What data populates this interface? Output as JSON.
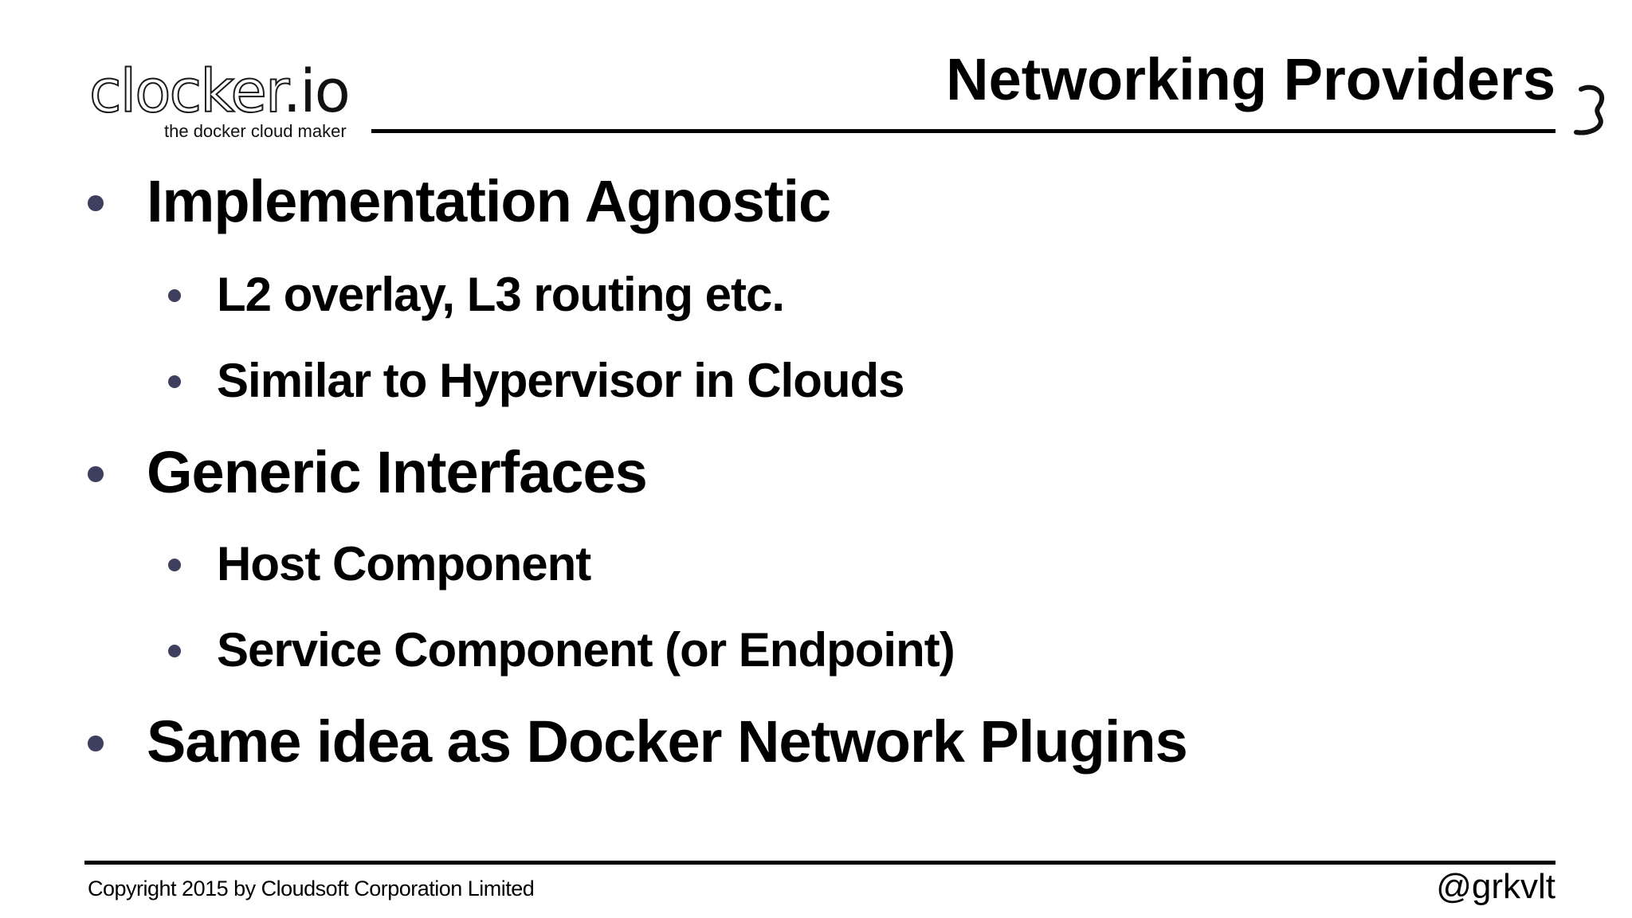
{
  "logo": {
    "word": "clocker",
    "tld": ".io",
    "tagline": "the docker cloud maker"
  },
  "slide": {
    "title": "Networking Providers"
  },
  "bullets": [
    {
      "text": "Implementation Agnostic",
      "level": 1
    },
    {
      "text": "L2 overlay, L3 routing etc.",
      "level": 2
    },
    {
      "text": "Similar to Hypervisor in Clouds",
      "level": 2
    },
    {
      "text": "Generic Interfaces",
      "level": 1
    },
    {
      "text": "Host Component",
      "level": 2
    },
    {
      "text": "Service Component (or Endpoint)",
      "level": 2
    },
    {
      "text": "Same idea as Docker Network Plugins",
      "level": 1
    }
  ],
  "footer": {
    "copyright": "Copyright 2015 by Cloudsoft Corporation Limited",
    "handle": "@grkvlt"
  },
  "colors": {
    "bullet_dot": "#3e3f5e",
    "text": "#000000",
    "background": "#ffffff"
  }
}
